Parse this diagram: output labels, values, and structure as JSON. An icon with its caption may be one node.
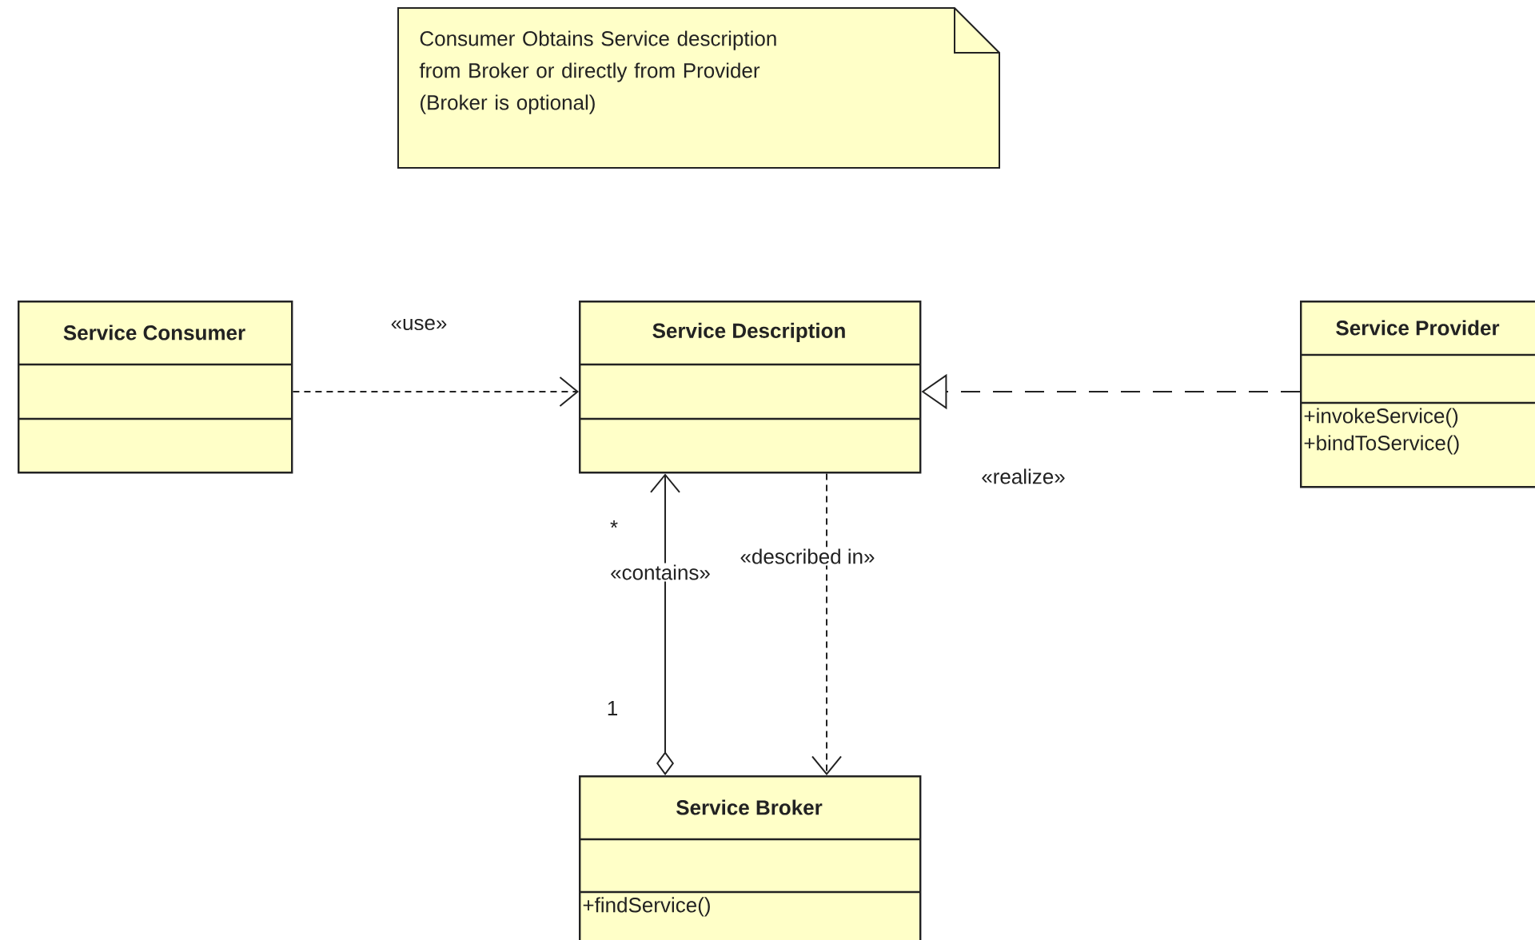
{
  "diagram": {
    "nodes": [
      {
        "text": [
          "Consumer Obtains Service description from Broker or directly from Provider (Broker is optional)"
        ]
      },
      {
        "text": [
          "Service Consumer"
        ]
      },
      {
        "text": [
          "Service Description"
        ]
      },
      {
        "text": [
          "Service Provider",
          "+invokeService()",
          "+bindToService()"
        ]
      },
      {
        "text": [
          "Service Broker",
          "+findService()"
        ]
      }
    ],
    "edges": [
      {
        "from": 1,
        "to": 2,
        "arrow": "to",
        "style": "dashed",
        "label": "«use»"
      },
      {
        "from": 3,
        "to": 2,
        "arrow": "to",
        "style": "dashed",
        "label": "«realize»"
      },
      {
        "from": 4,
        "to": 2,
        "arrow": "to",
        "label": "«contains»"
      },
      {
        "from": 2,
        "to": 4,
        "arrow": "to",
        "style": "dashed",
        "label": "«described in»"
      }
    ],
    "labels": [
      "*",
      "1"
    ]
  }
}
